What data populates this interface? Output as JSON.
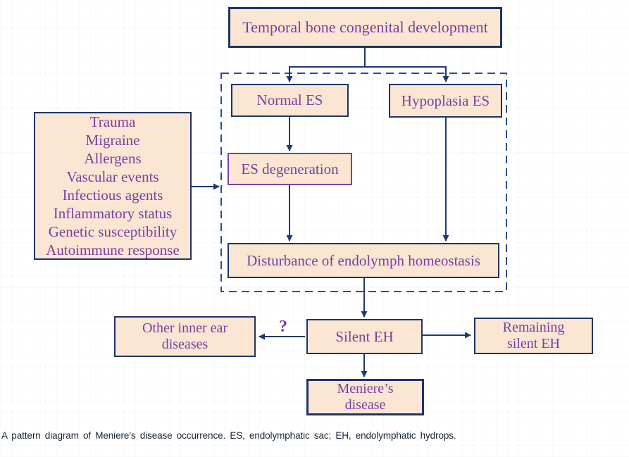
{
  "diagram": {
    "nodes": {
      "temporal": {
        "label": "Temporal bone congenital development"
      },
      "normal_es": {
        "label": "Normal ES"
      },
      "hypoplasia_es": {
        "label": "Hypoplasia ES"
      },
      "es_degeneration": {
        "label": "ES degeneration"
      },
      "factors": {
        "lines": [
          "Trauma",
          "Migraine",
          "Allergens",
          "Vascular events",
          "Infectious agents",
          "Inflammatory status",
          "Genetic susceptibility",
          "Autoimmune response"
        ]
      },
      "disturbance": {
        "label": "Disturbance of endolymph homeostasis"
      },
      "other_inner_ear": {
        "label": "Other inner ear diseases"
      },
      "silent_eh": {
        "label": "Silent EH"
      },
      "remaining_silent_eh": {
        "label": "Remaining silent EH"
      },
      "menieres": {
        "label": "Meniere’s disease"
      }
    },
    "annotations": {
      "question_mark": "?"
    }
  },
  "caption": {
    "text": "A pattern diagram of Meniere’s disease occurrence. ES, endolymphatic sac; EH, endolymphatic hydrops."
  },
  "theme": {
    "box_fill": "#fbe5d3",
    "box_border": "#1e3466",
    "purple": "#7b3fa1",
    "arrow": "#1e3a6e",
    "dashed": "#2d4d8e",
    "caption_color": "#1a2533",
    "bg": "#ffffff"
  }
}
